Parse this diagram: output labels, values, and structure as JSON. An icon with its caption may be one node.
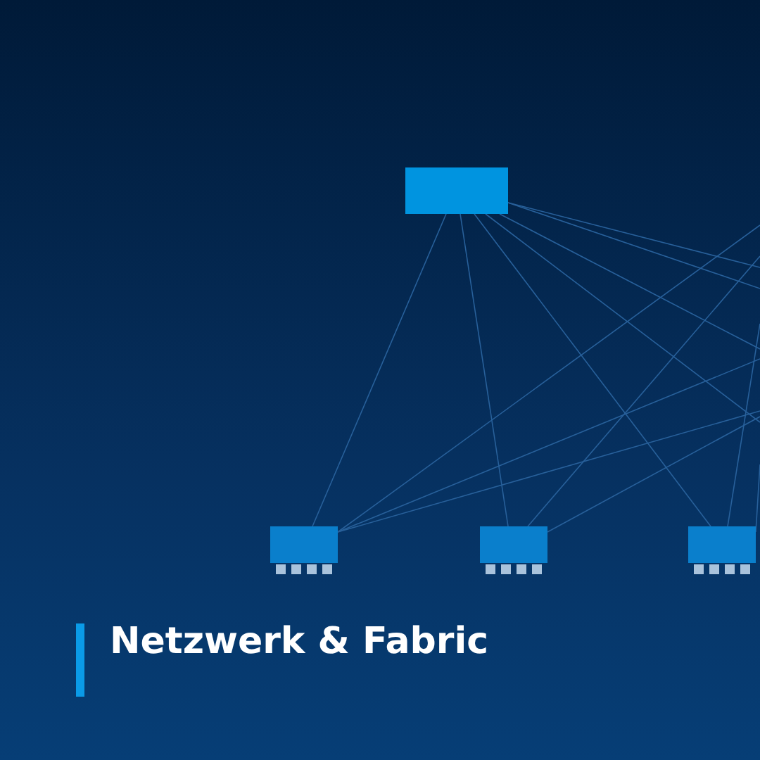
{
  "diagram": {
    "title": "Netzwerk & Fabric",
    "nodes": [
      {
        "text": [],
        "shape": "box"
      },
      {
        "text": [],
        "shape": "box"
      },
      {
        "text": [],
        "shape": "box"
      },
      {
        "text": [],
        "shape": "box"
      }
    ],
    "edges": [
      {
        "from": 0,
        "to": 1,
        "arrow": "none"
      },
      {
        "from": 0,
        "to": 2,
        "arrow": "none"
      },
      {
        "from": 0,
        "to": 3,
        "arrow": "none"
      },
      {
        "from": 0,
        "to": null,
        "arrow": "none"
      },
      {
        "from": 0,
        "to": null,
        "arrow": "none"
      },
      {
        "from": 0,
        "to": null,
        "arrow": "none"
      },
      {
        "from": 0,
        "to": null,
        "arrow": "none"
      },
      {
        "from": 1,
        "to": null,
        "arrow": "none"
      },
      {
        "from": 1,
        "to": null,
        "arrow": "none"
      },
      {
        "from": 1,
        "to": null,
        "arrow": "none"
      },
      {
        "from": 2,
        "to": null,
        "arrow": "none"
      },
      {
        "from": 2,
        "to": null,
        "arrow": "none"
      },
      {
        "from": 3,
        "to": null,
        "arrow": "none"
      },
      {
        "from": 3,
        "to": null,
        "arrow": "none"
      }
    ]
  }
}
